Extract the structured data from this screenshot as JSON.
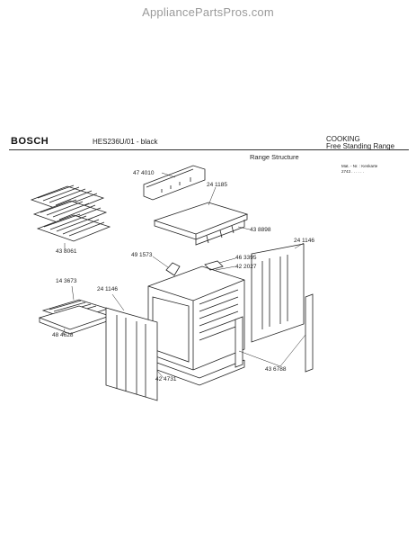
{
  "watermark": "AppliancePartsPros.com",
  "header": {
    "brand": "BOSCH",
    "model": "HES236U/01 - black",
    "section_title": "Range Structure",
    "category_line1": "COOKING",
    "category_line2": "Free Standing Range",
    "meta_line1": "Mat. - Nr. : Kenkarte",
    "meta_line2": "2743 . . . . . ."
  },
  "parts": [
    {
      "id": "p474010",
      "label": "47 4010"
    },
    {
      "id": "p241185",
      "label": "24 1185"
    },
    {
      "id": "p438898",
      "label": "43 8898"
    },
    {
      "id": "p241146r",
      "label": "24 1146"
    },
    {
      "id": "p438061",
      "label": "43 8061"
    },
    {
      "id": "p491573",
      "label": "49 1573"
    },
    {
      "id": "p463395",
      "label": "46 3395"
    },
    {
      "id": "p422027",
      "label": "42 2027"
    },
    {
      "id": "p143673",
      "label": "14 3673"
    },
    {
      "id": "p241146l",
      "label": "24 1146"
    },
    {
      "id": "p484628",
      "label": "48 4628"
    },
    {
      "id": "p424731",
      "label": "42 4731"
    },
    {
      "id": "p436788",
      "label": "43 6788"
    }
  ]
}
